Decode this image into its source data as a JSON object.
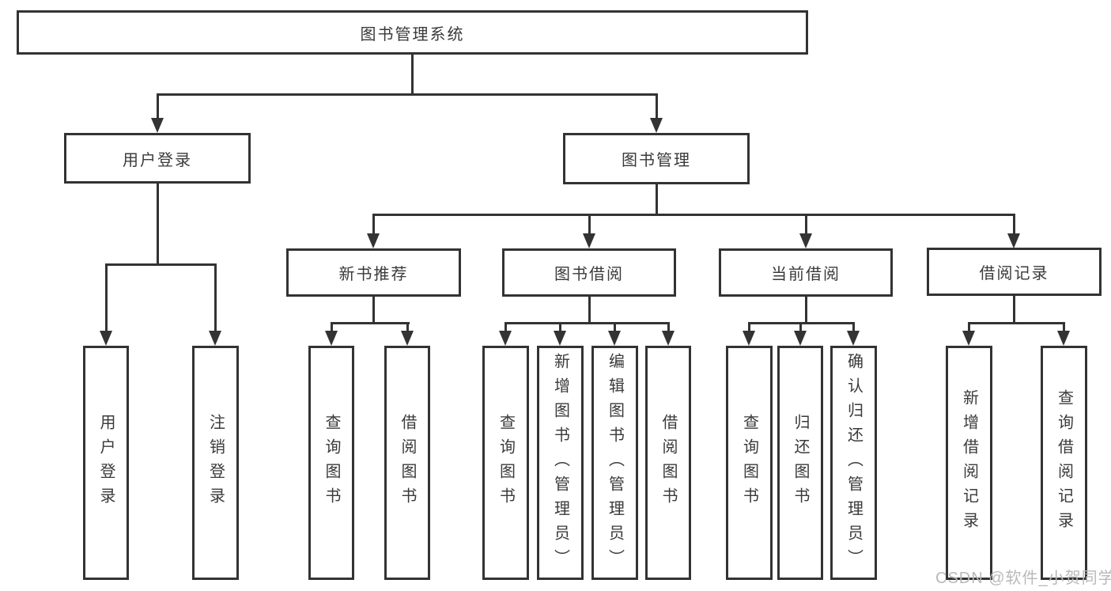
{
  "diagram": {
    "root": {
      "label": "图书管理系统"
    },
    "level1": [
      {
        "id": "user-login",
        "label": "用户登录"
      },
      {
        "id": "book-management",
        "label": "图书管理"
      }
    ],
    "level2": [
      {
        "id": "new-book-recommend",
        "label": "新书推荐",
        "parent": "图书管理"
      },
      {
        "id": "book-borrowing",
        "label": "图书借阅",
        "parent": "图书管理"
      },
      {
        "id": "current-borrowing",
        "label": "当前借阅",
        "parent": "图书管理"
      },
      {
        "id": "borrowing-records",
        "label": "借阅记录",
        "parent": "图书管理"
      }
    ],
    "leaves": [
      {
        "id": "user-login-leaf",
        "label": "用户登录",
        "parent": "用户登录"
      },
      {
        "id": "logout",
        "label": "注销登录",
        "parent": "用户登录"
      },
      {
        "id": "query-books-recommend",
        "label": "查询图书",
        "parent": "新书推荐"
      },
      {
        "id": "borrow-book-recommend",
        "label": "借阅图书",
        "parent": "新书推荐"
      },
      {
        "id": "query-books-borrowing",
        "label": "查询图书",
        "parent": "图书借阅"
      },
      {
        "id": "add-book-admin",
        "label": "新增图书（管理员）",
        "parent": "图书借阅"
      },
      {
        "id": "edit-book-admin",
        "label": "编辑图书（管理员）",
        "parent": "图书借阅"
      },
      {
        "id": "borrow-book",
        "label": "借阅图书",
        "parent": "图书借阅"
      },
      {
        "id": "query-books-current",
        "label": "查询图书",
        "parent": "当前借阅"
      },
      {
        "id": "return-book",
        "label": "归还图书",
        "parent": "当前借阅"
      },
      {
        "id": "confirm-return-admin",
        "label": "确认归还（管理员）",
        "parent": "当前借阅"
      },
      {
        "id": "add-borrow-record",
        "label": "新增借阅记录",
        "parent": "借阅记录"
      },
      {
        "id": "query-borrow-record",
        "label": "查询借阅记录",
        "parent": "借阅记录"
      }
    ],
    "watermark": "CSDN @软件_小贺同学",
    "colors": {
      "line": "#333333",
      "text": "#3a3a3a",
      "watermark": "#b9b9b9",
      "background": "#ffffff"
    }
  }
}
